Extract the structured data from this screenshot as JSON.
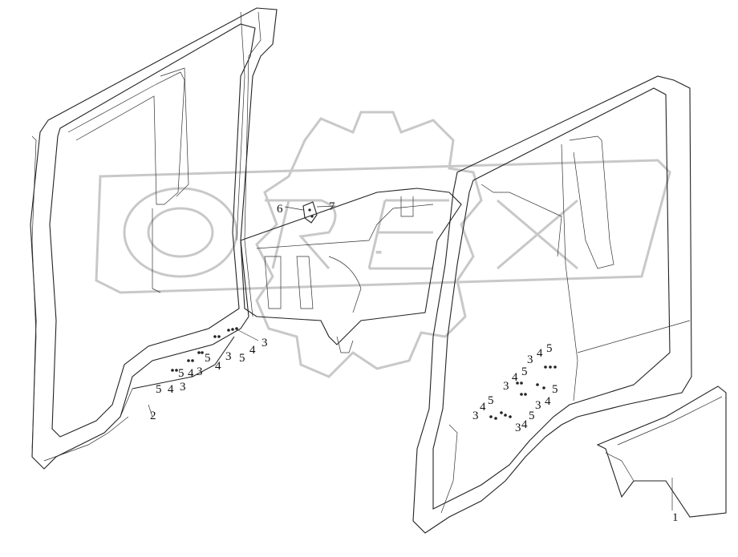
{
  "diagram": {
    "watermark_text": "OREX",
    "callouts": [
      {
        "id": "c1",
        "text": "1"
      },
      {
        "id": "c2",
        "text": "2"
      },
      {
        "id": "c6",
        "text": "6"
      },
      {
        "id": "c7",
        "text": "7"
      },
      {
        "id": "l-3a",
        "text": "3"
      },
      {
        "id": "l-4a",
        "text": "4"
      },
      {
        "id": "l-5a",
        "text": "5"
      },
      {
        "id": "l-3b",
        "text": "3"
      },
      {
        "id": "l-4b",
        "text": "4"
      },
      {
        "id": "l-5b",
        "text": "5"
      },
      {
        "id": "l-3c",
        "text": "3"
      },
      {
        "id": "l-4c",
        "text": "4"
      },
      {
        "id": "l-5c",
        "text": "5"
      },
      {
        "id": "l-3d",
        "text": "3"
      },
      {
        "id": "l-4d",
        "text": "4"
      },
      {
        "id": "l-5d",
        "text": "5"
      },
      {
        "id": "r-3a",
        "text": "3"
      },
      {
        "id": "r-4a",
        "text": "4"
      },
      {
        "id": "r-5a",
        "text": "5"
      },
      {
        "id": "r-3b",
        "text": "3"
      },
      {
        "id": "r-4b",
        "text": "4"
      },
      {
        "id": "r-5b",
        "text": "5"
      },
      {
        "id": "r-3c",
        "text": "3"
      },
      {
        "id": "r-4c",
        "text": "4"
      },
      {
        "id": "r-5c",
        "text": "5"
      },
      {
        "id": "r-3d",
        "text": "3"
      },
      {
        "id": "r-4d",
        "text": "4"
      },
      {
        "id": "r-5d",
        "text": "5"
      },
      {
        "id": "r-3e",
        "text": "3"
      },
      {
        "id": "r-4e",
        "text": "4"
      },
      {
        "id": "r-5e",
        "text": "5"
      }
    ],
    "colors": {
      "ink": "#222222",
      "watermark": "#c8c8c8",
      "background": "#ffffff"
    }
  }
}
